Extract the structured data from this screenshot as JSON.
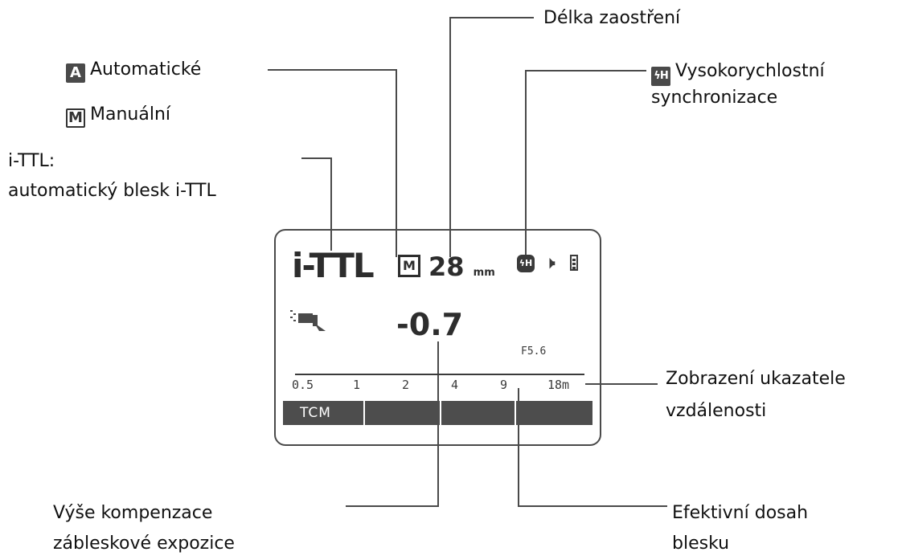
{
  "labels": {
    "focal_length": "Délka zaostření",
    "auto": "Automatické",
    "auto_badge": "A",
    "manual": "Manuální",
    "manual_badge": "M",
    "hss": "Vysokorychlostní\nsynchronizace",
    "hss_badge": "ϟH",
    "ittl": "i-TTL:\nautomatický blesk i-TTL",
    "distance_indicator": "Zobrazení ukazatele\nvzdálenosti",
    "fec_amount": "Výše kompenzace\nzábleskové expozice",
    "effective_range": "Efektivní dosah\nblesku"
  },
  "display": {
    "mode": "i-TTL",
    "mode_box": "M",
    "zoom": "28",
    "zoom_unit": "mm",
    "hss_icon": "ϟH",
    "speaker_icon": "speaker-icon",
    "battery_icon": "battery-icon",
    "fec": "-0.7",
    "aperture": "F5.6",
    "scale": [
      "0.5",
      "1",
      "2",
      "4",
      "9",
      "18m"
    ],
    "bar_label": "TCM"
  },
  "colors": {
    "lcd_dark": "#2d2d2d",
    "frame": "#4a4a4a",
    "leader": "#4a4a4a"
  }
}
